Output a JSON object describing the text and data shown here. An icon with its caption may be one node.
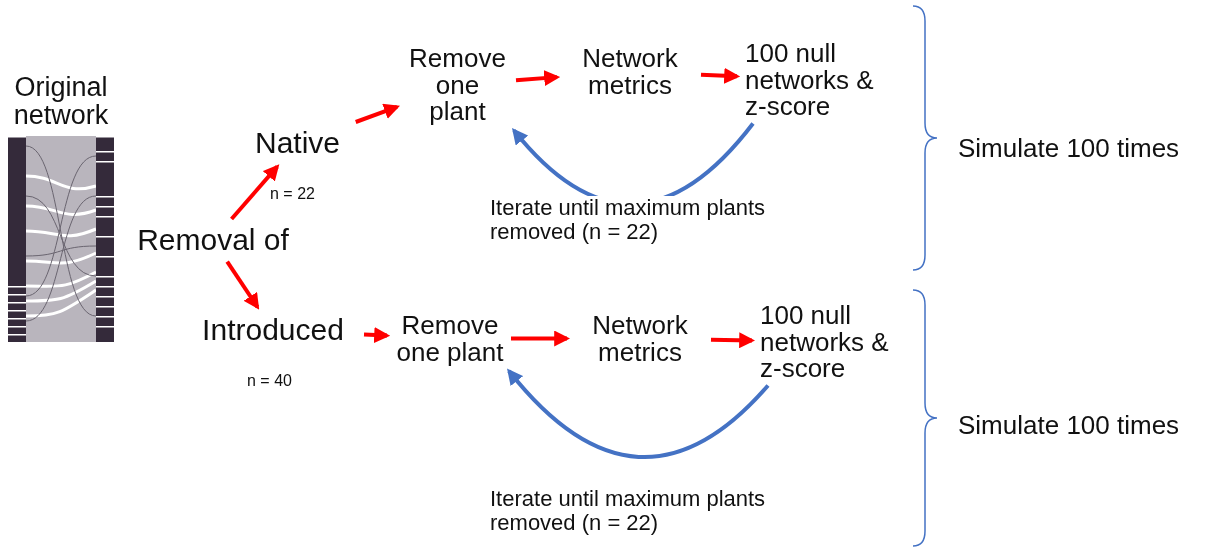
{
  "diagram": {
    "nodes": [
      {
        "text": [
          "Original network"
        ]
      },
      {
        "text": [
          "Removal of"
        ]
      },
      {
        "text": [
          "Native"
        ],
        "beside": [
          "n = 22"
        ]
      },
      {
        "text": [
          "Introduced"
        ],
        "beside": [
          "n = 40"
        ]
      },
      {
        "text": [
          "Remove one plant"
        ]
      },
      {
        "text": [
          "Network metrics"
        ]
      },
      {
        "text": [
          "100 null networks & z-score"
        ]
      },
      {
        "text": [
          "Remove one plant"
        ]
      },
      {
        "text": [
          "Network metrics"
        ]
      },
      {
        "text": [
          "100 null networks & z-score"
        ]
      }
    ],
    "edges": [
      {
        "from": 1,
        "to": 2,
        "arrow": "to"
      },
      {
        "from": 1,
        "to": 3,
        "arrow": "to"
      },
      {
        "from": 2,
        "to": 4,
        "arrow": "to"
      },
      {
        "from": 4,
        "to": 5,
        "arrow": "to"
      },
      {
        "from": 5,
        "to": 6,
        "arrow": "to"
      },
      {
        "from": 6,
        "to": 4,
        "arrow": "to",
        "label": "Iterate until maximum plants removed (n = 22)",
        "color": "#4472c4"
      },
      {
        "from": 3,
        "to": 7,
        "arrow": "to"
      },
      {
        "from": 7,
        "to": 8,
        "arrow": "to"
      },
      {
        "from": 8,
        "to": 9,
        "arrow": "to"
      },
      {
        "from": 9,
        "to": 7,
        "arrow": "to",
        "label": "Iterate until maximum plants removed (n = 22)",
        "color": "#4472c4"
      }
    ],
    "labels": [
      "Simulate 100 times",
      "Simulate 100 times"
    ]
  }
}
